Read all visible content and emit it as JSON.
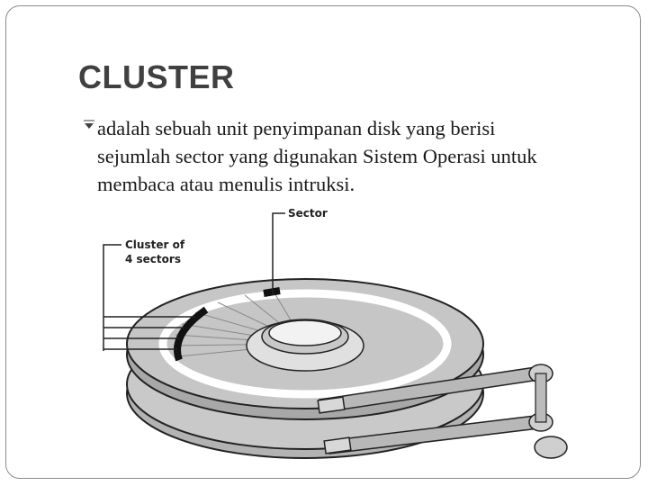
{
  "slide": {
    "title": "CLUSTER",
    "bullet_icon": "bullet-triangle",
    "paragraph_line1": "adalah sebuah unit penyimpanan disk yang berisi",
    "paragraph_line2": "sejumlah sector yang digunakan Sistem Operasi untuk",
    "paragraph_line3": "membaca atau menulis intruksi."
  },
  "figure": {
    "label_sector": "Sector",
    "label_cluster_line1": "Cluster of",
    "label_cluster_line2": "4 sectors"
  }
}
